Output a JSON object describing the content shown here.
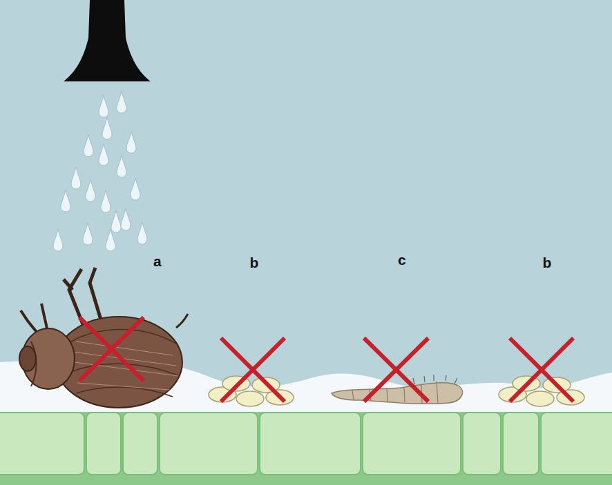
{
  "diagram": {
    "labels": [
      "a",
      "b",
      "c",
      "b"
    ]
  }
}
